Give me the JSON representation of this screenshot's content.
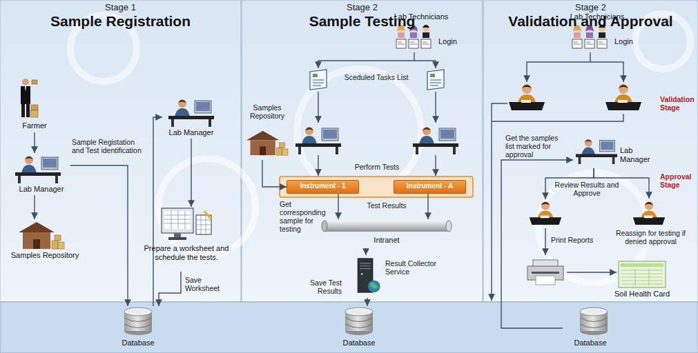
{
  "diagram": {
    "nodes": [
      {
        "text": [
          "Stage 1",
          "Sample Registration"
        ]
      },
      {
        "text": [
          "Stage 2",
          "Sample Testing"
        ]
      },
      {
        "text": [
          "Stage 2",
          "Validation and Approval"
        ]
      },
      {
        "text": [
          "Farmer"
        ],
        "in": 0
      },
      {
        "text": [
          "Lab Manager"
        ],
        "in": 0
      },
      {
        "text": [
          "Samples Repository"
        ],
        "in": 0
      },
      {
        "text": [
          "Lab Manager"
        ],
        "in": 0
      },
      {
        "text": [
          "Prepare a worksheet and schedule the tests."
        ],
        "in": 0
      },
      {
        "text": [
          "Database"
        ],
        "in": 0
      },
      {
        "text": [
          "Lab Technicians",
          "Login"
        ],
        "in": 1
      },
      {
        "text": [
          "Samples Repository"
        ],
        "in": 1
      },
      {
        "text": [
          "Instrument - 1"
        ],
        "in": 1
      },
      {
        "text": [
          "Instrument - A"
        ],
        "in": 1
      },
      {
        "text": [
          "Intranet"
        ],
        "in": 1
      },
      {
        "text": [
          "Result Collector Service"
        ],
        "in": 1
      },
      {
        "text": [
          "Database"
        ],
        "in": 1
      },
      {
        "text": [
          "Lab Technicians",
          "Login"
        ],
        "in": 2
      },
      {
        "text": [
          "Lab Manager"
        ],
        "in": 2
      },
      {
        "text": [
          "Database"
        ],
        "in": 2
      },
      {
        "text": [
          "Reassign for testing if denied approval"
        ],
        "in": 2
      },
      {
        "text": [
          "Soil Health Card"
        ],
        "in": 2
      }
    ],
    "edges": [
      {
        "from": 3,
        "to": 4,
        "arrow": "to"
      },
      {
        "from": 4,
        "to": 5,
        "arrow": "to"
      },
      {
        "from": 4,
        "to": 8,
        "label": "Sample Registation and Test identification",
        "arrow": "to"
      },
      {
        "from": 8,
        "to": 6,
        "arrow": "to"
      },
      {
        "from": 6,
        "to": 7,
        "arrow": "to"
      },
      {
        "from": 7,
        "to": 8,
        "label": "Save Worksheet",
        "arrow": "to"
      },
      {
        "from": 10,
        "to": 11,
        "label": "Get corresponding sample for testing",
        "arrow": "to"
      },
      {
        "from": 11,
        "to": 13,
        "arrow": "to"
      },
      {
        "from": 12,
        "to": 13,
        "arrow": "to"
      },
      {
        "from": 13,
        "to": 14,
        "arrow": "to"
      },
      {
        "from": 14,
        "to": 15,
        "label": "Save Test Results",
        "arrow": "to"
      },
      {
        "from": 18,
        "to": 17,
        "label": "Get the samples list marked for approval",
        "arrow": "to"
      },
      {
        "from": 17,
        "to": 19,
        "arrow": "to"
      }
    ],
    "labels": [
      "Sceduled Tasks List",
      "Perform Tests",
      "Test Results",
      "Validation Stage",
      "Review Results and Approve",
      "Approval Stage",
      "Print Reports"
    ]
  }
}
